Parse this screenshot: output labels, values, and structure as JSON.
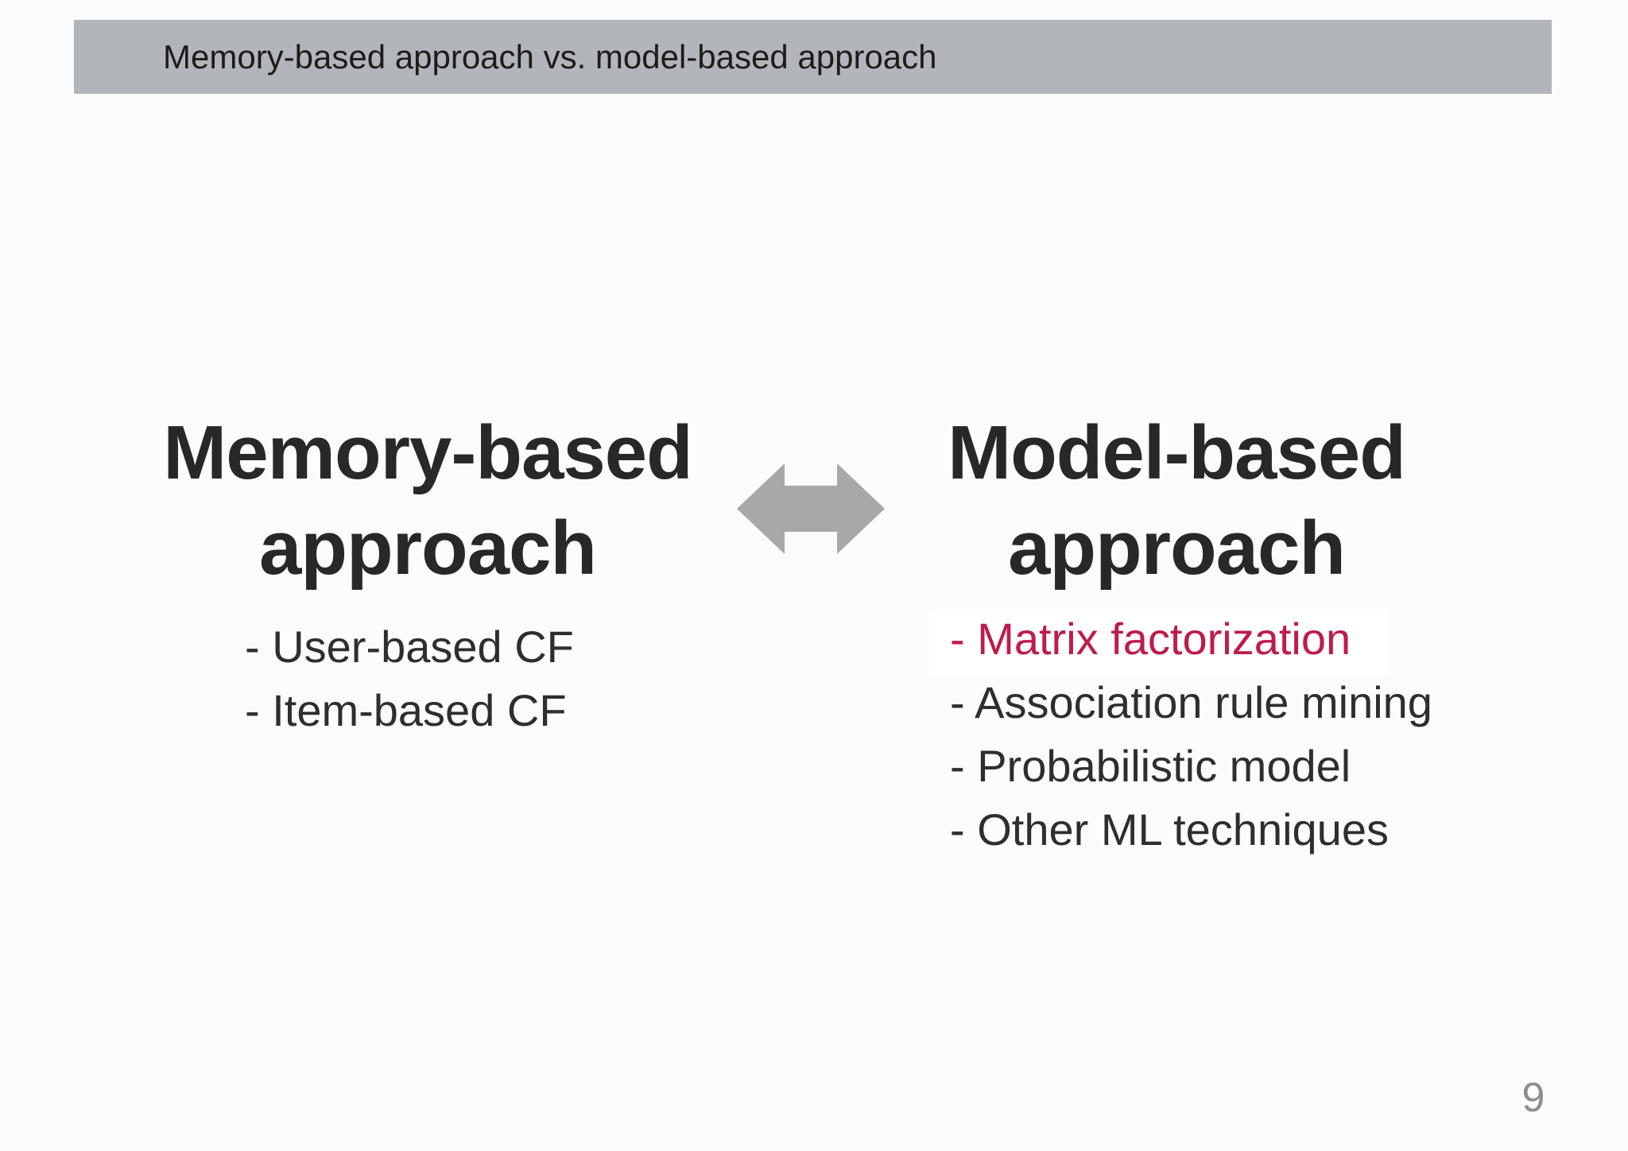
{
  "title_bar": {
    "text": "Memory-based approach vs. model-based approach",
    "bg_color": "#b2b5ba"
  },
  "left_column": {
    "heading_line1": "Memory-based",
    "heading_line2": "approach",
    "items": [
      {
        "text": "- User-based CF"
      },
      {
        "text": "- Item-based CF"
      }
    ]
  },
  "right_column": {
    "heading_line1": "Model-based",
    "heading_line2": "approach",
    "items": [
      {
        "text": "- Matrix factorization",
        "color": "#bd1c4d",
        "highlighted": true
      },
      {
        "text": "- Association rule mining"
      },
      {
        "text": "- Probabilistic model"
      },
      {
        "text": "- Other ML techniques"
      }
    ]
  },
  "arrow": {
    "name": "double-headed-arrow",
    "color": "#a8a8a8"
  },
  "page_number": "9",
  "colors": {
    "heading_text": "#282828",
    "body_text": "#2e2e2e",
    "accent_text": "#bd1c4d",
    "page_number_text": "#8e8e8e",
    "background": "#fbfbfb"
  }
}
